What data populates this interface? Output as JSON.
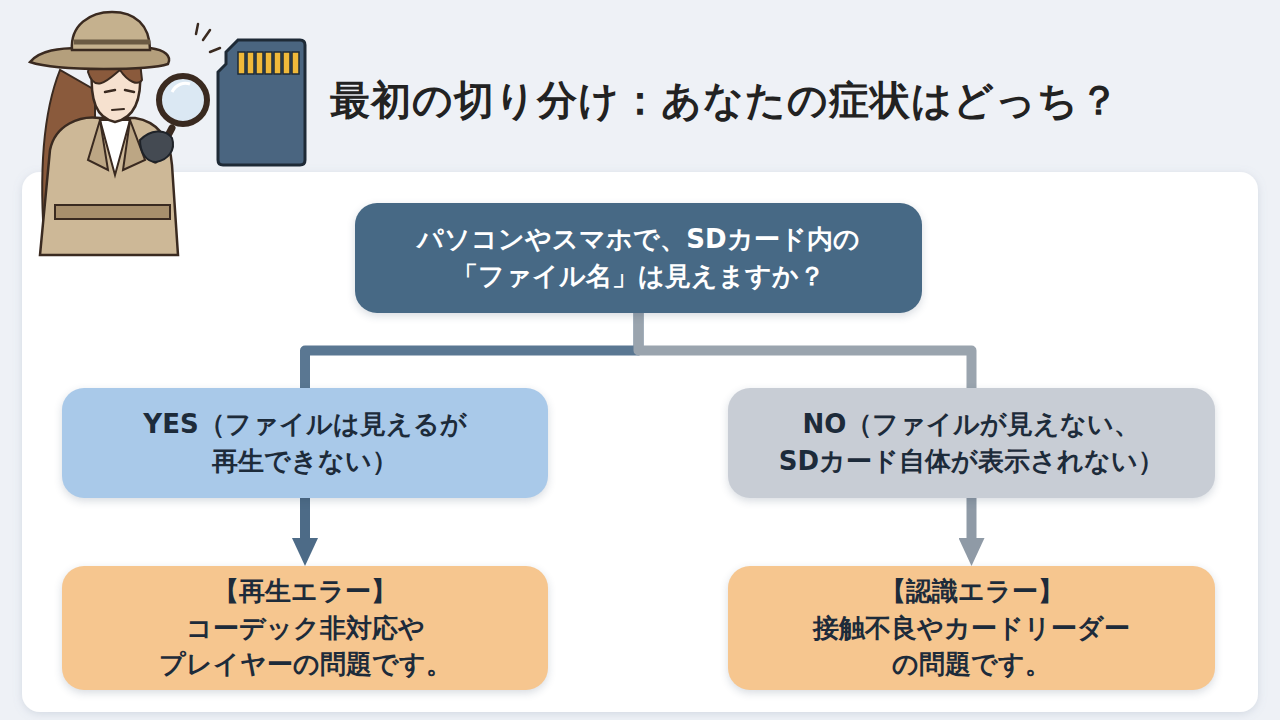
{
  "diagram": {
    "title": "最初の切り分け：あなたの症状はどっち？",
    "nodes": [
      {
        "text": [
          "パソコンやスマホで、SDカード内の 「ファイル名」は見えますか？"
        ]
      },
      {
        "text": [
          "YES（ファイルは見えるが 再生できない）"
        ]
      },
      {
        "text": [
          "NO（ファイルが見えない、 SDカード自体が表示されない）"
        ]
      },
      {
        "text": [
          "【再生エラー】",
          "コーデック非対応や プレイヤーの問題です。"
        ]
      },
      {
        "text": [
          "【認識エラー】",
          "接触不良やカードリーダー の問題です。"
        ]
      }
    ],
    "edges": [
      {
        "from": 0,
        "to": 1,
        "arrow": "none"
      },
      {
        "from": 0,
        "to": 2,
        "arrow": "none"
      },
      {
        "from": 1,
        "to": 3,
        "arrow": "to"
      },
      {
        "from": 2,
        "to": 4,
        "arrow": "to"
      }
    ]
  }
}
